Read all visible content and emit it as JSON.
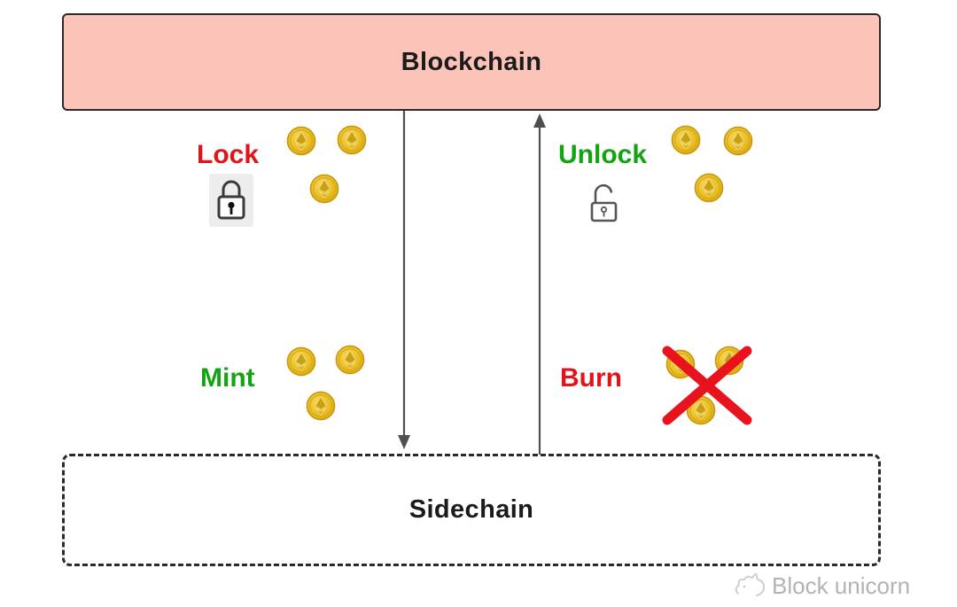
{
  "chains": {
    "blockchain": {
      "label": "Blockchain"
    },
    "sidechain": {
      "label": "Sidechain"
    }
  },
  "actions": {
    "lock": {
      "label": "Lock",
      "color_role": "red",
      "coins": 3
    },
    "unlock": {
      "label": "Unlock",
      "color_role": "green",
      "coins": 3
    },
    "mint": {
      "label": "Mint",
      "color_role": "green",
      "coins": 3
    },
    "burn": {
      "label": "Burn",
      "color_role": "red",
      "coins": 3,
      "coins_crossed_out": true
    }
  },
  "watermark": {
    "label": "Block unicorn"
  },
  "icons": {
    "lock": "lock-icon",
    "unlock": "unlock-icon",
    "coin": "ethereum-coin-icon",
    "burn_cross": "burn-x-icon",
    "logo": "block-unicorn-logo"
  },
  "colors": {
    "blockchain_fill": "#fcc3b9",
    "box_border": "#2a2a2a",
    "action_red": "#e0151b",
    "action_green": "#14a312",
    "coin_gold": "#e9bd22",
    "arrow_gray": "#4f4f4f",
    "burn_x_red": "#e8131c",
    "watermark_gray": "#b3b3b3",
    "lock_stroke": "#3a3a3a"
  }
}
